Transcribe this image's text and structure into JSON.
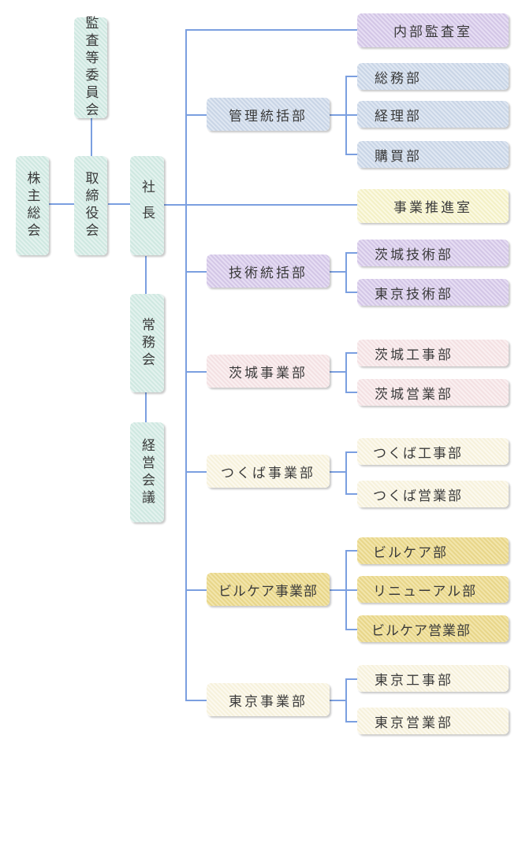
{
  "colors": {
    "line": "#7b9fe0",
    "teal": "#d9ede8",
    "blue": "#d3deeb",
    "purple": "#ddd2ec",
    "yellow": "#f7f4d4",
    "pink": "#f6e8ea",
    "cream": "#f9f5e5",
    "gold": "#ecdc97"
  },
  "governance": {
    "shareholders": "株主総会",
    "audit_committee": "監査等委員会",
    "board": "取締役会",
    "president": "社長",
    "executive_committee": "常務会",
    "management_council": "経営会議"
  },
  "divisions": [
    {
      "key": "internal_audit",
      "label": "内部監査室",
      "direct": true
    },
    {
      "key": "admin",
      "label": "管理統括部",
      "departments": [
        "総務部",
        "経理部",
        "購買部"
      ]
    },
    {
      "key": "business_promotion",
      "label": "事業推進室",
      "direct": true
    },
    {
      "key": "technology",
      "label": "技術統括部",
      "departments": [
        "茨城技術部",
        "東京技術部"
      ]
    },
    {
      "key": "ibaraki",
      "label": "茨城事業部",
      "departments": [
        "茨城工事部",
        "茨城営業部"
      ]
    },
    {
      "key": "tsukuba",
      "label": "つくば事業部",
      "departments": [
        "つくば工事部",
        "つくば営業部"
      ]
    },
    {
      "key": "building_care",
      "label": "ビルケア事業部",
      "departments": [
        "ビルケア部",
        "リニューアル部",
        "ビルケア営業部"
      ]
    },
    {
      "key": "tokyo",
      "label": "東京事業部",
      "departments": [
        "東京工事部",
        "東京営業部"
      ]
    }
  ]
}
